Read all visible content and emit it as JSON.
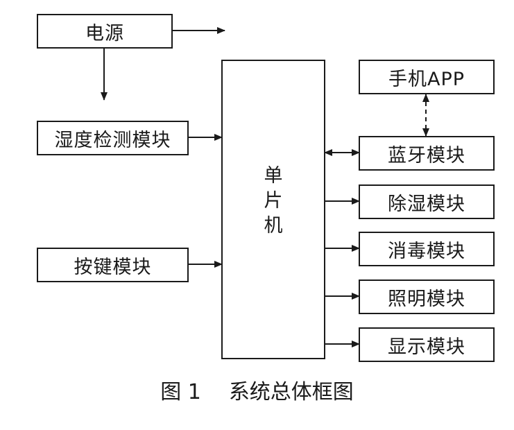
{
  "diagram": {
    "power": "电源",
    "humidity_sensor": "湿度检测模块",
    "keys": "按键模块",
    "mcu": "单\n片\n机",
    "phone_app": "手机APP",
    "bluetooth": "蓝牙模块",
    "dehumidify": "除湿模块",
    "disinfect": "消毒模块",
    "lighting": "照明模块",
    "display": "显示模块"
  },
  "caption": {
    "figure_no": "图 1",
    "title": "系统总体框图"
  }
}
